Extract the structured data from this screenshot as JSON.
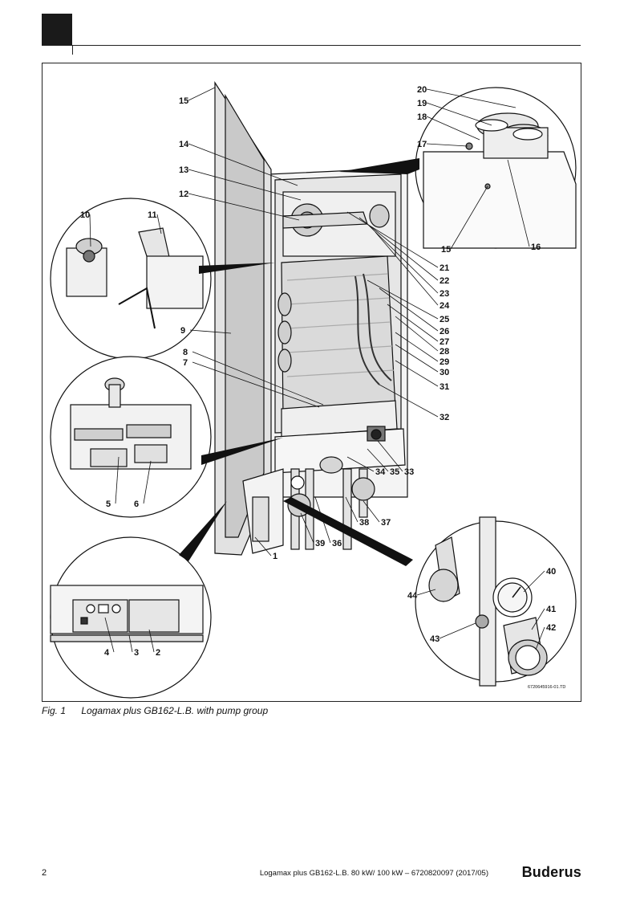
{
  "figure": {
    "caption_number": "Fig. 1",
    "caption_text": "Logamax plus GB162-L.B. with pump group",
    "image_code": "6720645916-01.TD",
    "callouts": [
      "1",
      "2",
      "3",
      "4",
      "5",
      "6",
      "7",
      "8",
      "9",
      "10",
      "11",
      "12",
      "13",
      "14",
      "15",
      "16",
      "17",
      "18",
      "19",
      "20",
      "21",
      "22",
      "23",
      "24",
      "25",
      "26",
      "27",
      "28",
      "29",
      "30",
      "31",
      "32",
      "33",
      "34",
      "35",
      "36",
      "37",
      "38",
      "39",
      "40",
      "41",
      "42",
      "43",
      "44"
    ]
  },
  "footer": {
    "page_number": "2",
    "document_ref": "Logamax plus GB162-L.B. 80 kW/ 100 kW – 6720820097 (2017/05)",
    "brand": "Buderus"
  },
  "colors": {
    "ink": "#111111",
    "header_block": "#1a1a1a",
    "shade": "#d9d9d9",
    "mid": "#bdbdbd"
  }
}
